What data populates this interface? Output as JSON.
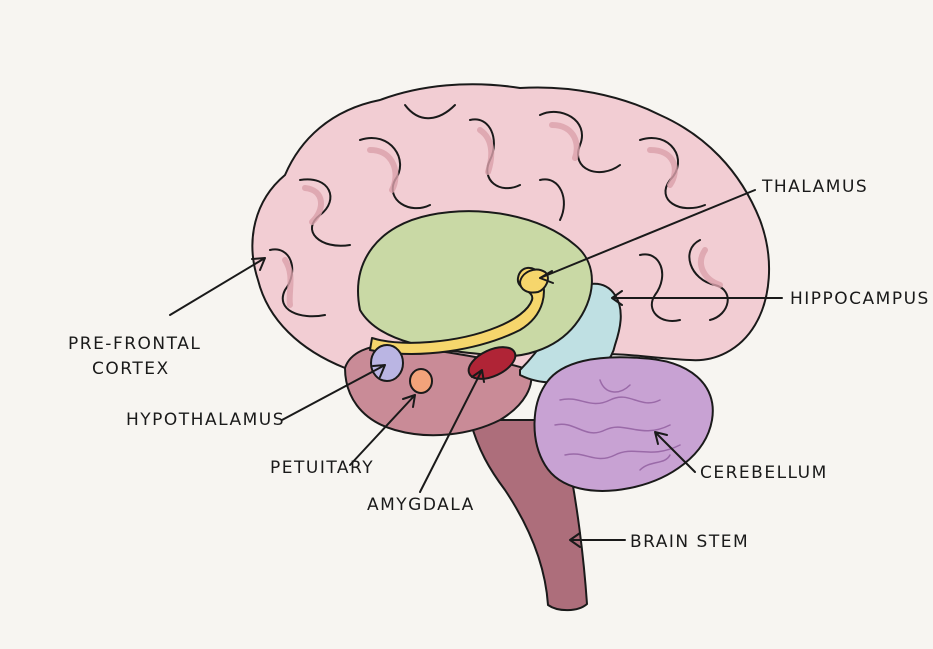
{
  "title": "Brain regions diagram",
  "labels": {
    "thalamus": "THALAMUS",
    "hippocampus": "HIPPOCAMPUS",
    "prefrontal_line1": "PRE-FRONTAL",
    "prefrontal_line2": "CORTEX",
    "hypothalamus": "HYPOTHALAMUS",
    "pituitary": "PETUITARY",
    "amygdala": "AMYGDALA",
    "cerebellum": "CEREBELLUM",
    "brain_stem": "BRAIN STEM"
  },
  "colors": {
    "background": "#f7f5f1",
    "cerebrum": "#f2cdd3",
    "folds": "#dba1ab",
    "thalamus_green": "#c9d9a5",
    "yellow_band": "#f6d66c",
    "hippocampus": "#bfe0e3",
    "limbic": "#c98b97",
    "cerebellum": "#c8a2d3",
    "brain_stem": "#ad6e7b",
    "amygdala": "#b02436",
    "hypothalamus": "#bab5e3",
    "pituitary": "#f2a37a"
  }
}
